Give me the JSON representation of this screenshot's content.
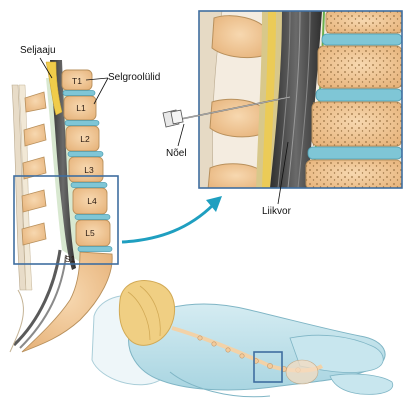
{
  "labels": {
    "spinal_cord": "Seljaaju",
    "vertebrae": "Selgroolülid",
    "needle": "Nõel",
    "fluid": "Liikvor"
  },
  "vertebra_labels": [
    "T1",
    "L1",
    "L2",
    "L3",
    "L4",
    "L5",
    "S1"
  ],
  "colors": {
    "bone": "#f3cb9c",
    "bone_edge": "#b8905c",
    "disc": "#7fc6d6",
    "cord": "#4a4a4a",
    "nerve_yellow": "#f0cc4a",
    "frame": "#3f6ea0",
    "arrow": "#1f9fc0",
    "skin": "#bfe1ea",
    "hair": "#f0cf83"
  }
}
